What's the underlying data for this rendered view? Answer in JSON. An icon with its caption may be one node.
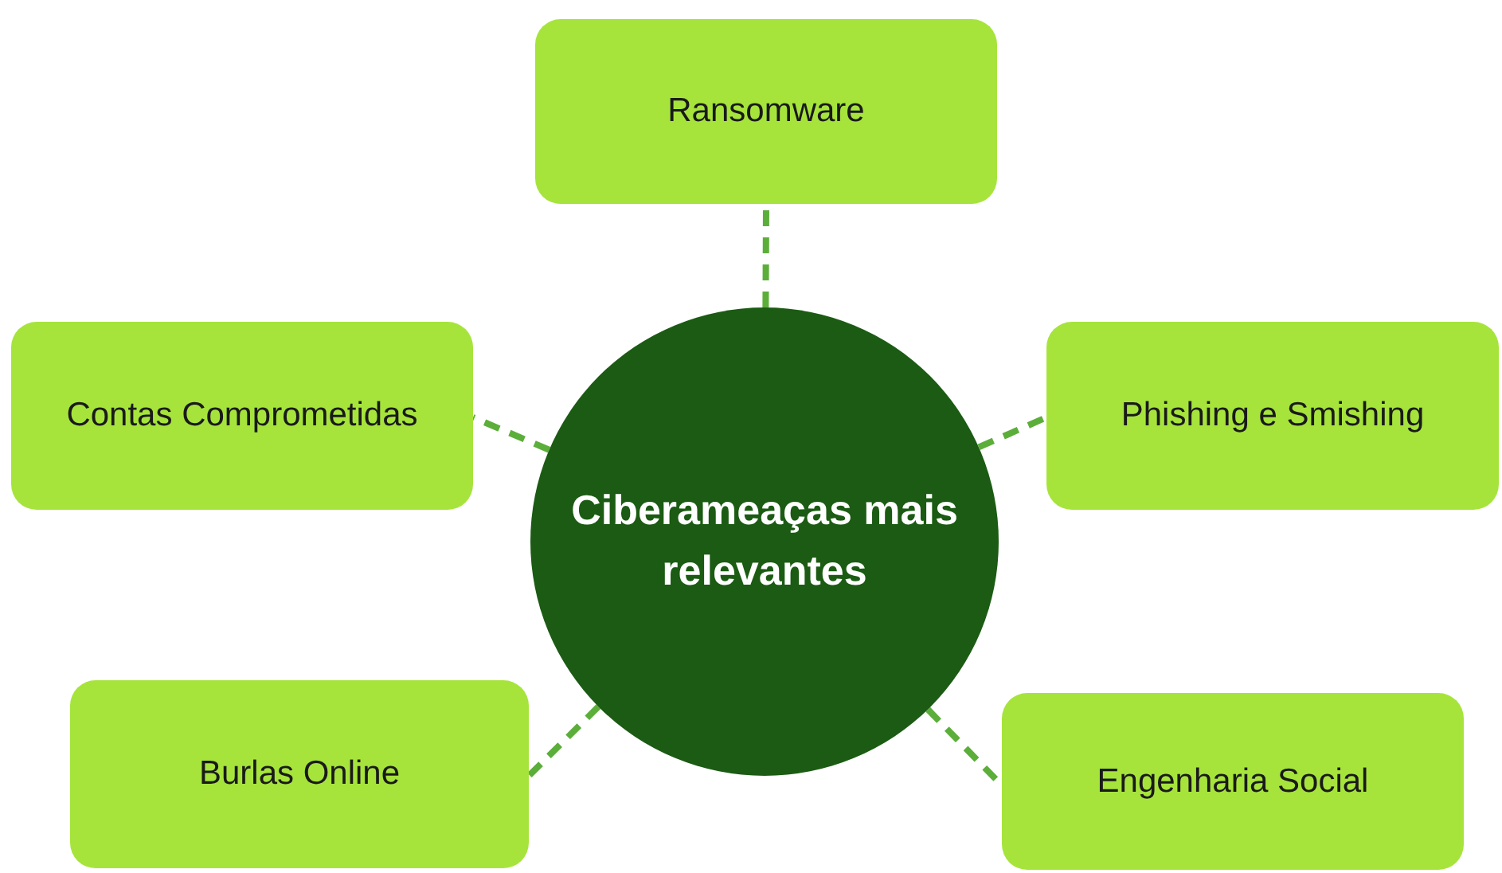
{
  "diagram": {
    "nodes": [
      {
        "text": [
          "Ciberameaças mais relevantes"
        ]
      },
      {
        "text": [
          "Ransomware"
        ]
      },
      {
        "text": [
          "Contas Comprometidas"
        ]
      },
      {
        "text": [
          "Phishing e Smishing"
        ]
      },
      {
        "text": [
          "Burlas Online"
        ]
      },
      {
        "text": [
          "Engenharia Social"
        ]
      }
    ],
    "edges": [
      {
        "from": 0,
        "to": 1,
        "arrow": "none",
        "style": "dashed"
      },
      {
        "from": 0,
        "to": 2,
        "arrow": "none",
        "style": "dashed"
      },
      {
        "from": 0,
        "to": 3,
        "arrow": "none",
        "style": "dashed"
      },
      {
        "from": 0,
        "to": 4,
        "arrow": "none",
        "style": "dashed"
      },
      {
        "from": 0,
        "to": 5,
        "arrow": "none",
        "style": "dashed"
      }
    ]
  }
}
